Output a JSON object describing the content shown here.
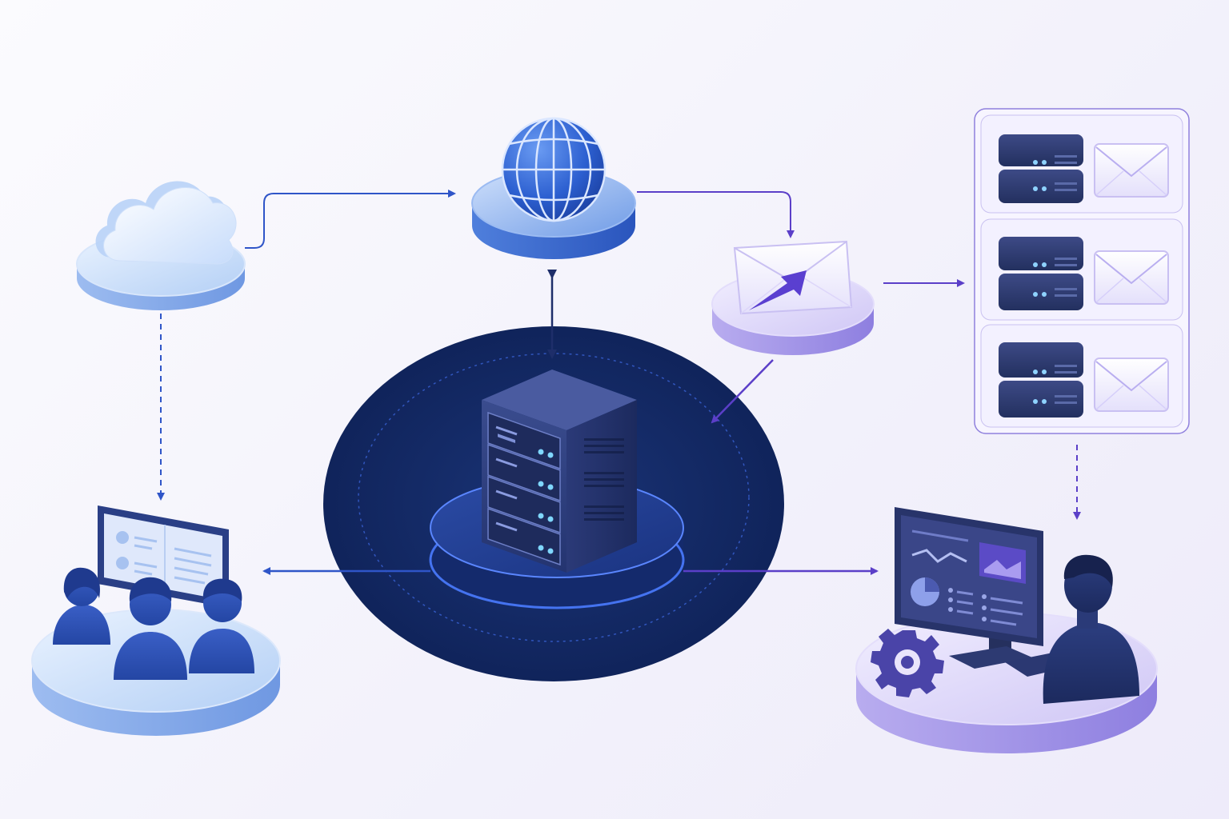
{
  "diagram": {
    "nodes": [
      {
        "id": "cloud",
        "icon": "cloud-icon"
      },
      {
        "id": "internet",
        "icon": "globe-icon"
      },
      {
        "id": "email-gateway",
        "icon": "envelope-send-icon"
      },
      {
        "id": "mail-servers",
        "icon": "server-envelope-icon",
        "count": 3
      },
      {
        "id": "central-server",
        "icon": "server-rack-icon"
      },
      {
        "id": "user-group",
        "icon": "team-monitor-icon"
      },
      {
        "id": "admin-workstation",
        "icon": "admin-dashboard-icon"
      }
    ],
    "connections": [
      {
        "from": "cloud",
        "to": "internet",
        "style": "solid"
      },
      {
        "from": "cloud",
        "to": "user-group",
        "style": "dashed"
      },
      {
        "from": "internet",
        "to": "central-server",
        "style": "solid",
        "bidirectional": true
      },
      {
        "from": "internet",
        "to": "email-gateway",
        "style": "solid"
      },
      {
        "from": "email-gateway",
        "to": "mail-servers",
        "style": "solid"
      },
      {
        "from": "email-gateway",
        "to": "central-server",
        "style": "solid"
      },
      {
        "from": "central-server",
        "to": "user-group",
        "style": "solid"
      },
      {
        "from": "central-server",
        "to": "admin-workstation",
        "style": "solid"
      },
      {
        "from": "mail-servers",
        "to": "admin-workstation",
        "style": "dashed"
      }
    ]
  },
  "colors": {
    "blue_accent": "#2f55c8",
    "purple_accent": "#5b3fc8",
    "navy": "#13265f",
    "platform_blue": "#a9c6f3",
    "platform_purple": "#c6bdf0"
  }
}
